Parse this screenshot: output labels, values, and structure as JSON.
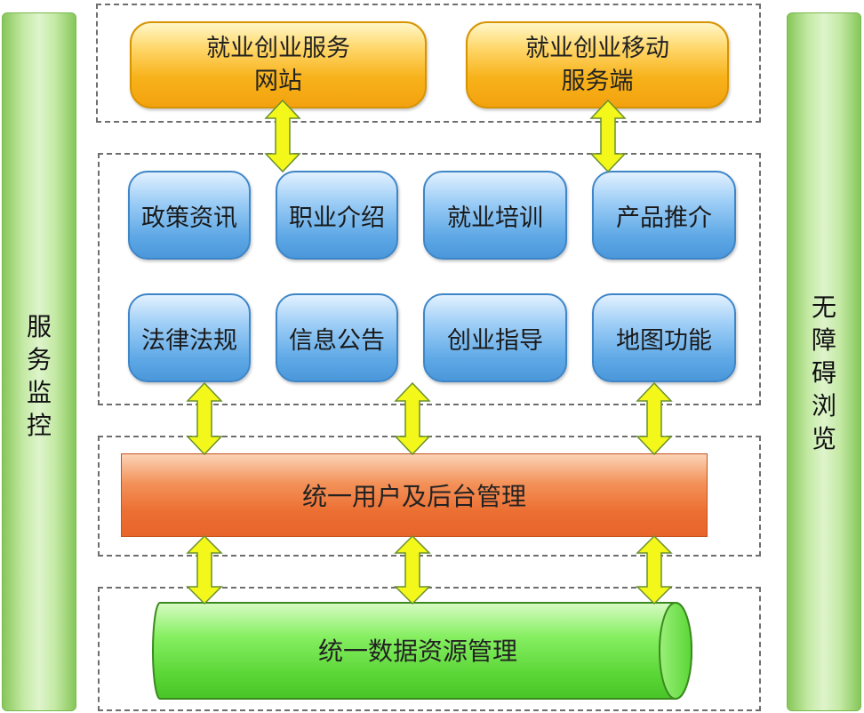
{
  "left_pillar": {
    "label": "服\n务\n监\n控"
  },
  "right_pillar": {
    "label": "无\n障\n碍\n浏\n览"
  },
  "top_channels": [
    {
      "label": "就业创业服务\n网站"
    },
    {
      "label": "就业创业移动\n服务端"
    }
  ],
  "modules_row1": [
    {
      "label": "政策资讯"
    },
    {
      "label": "职业介绍"
    },
    {
      "label": "就业培训"
    },
    {
      "label": "产品推介"
    }
  ],
  "modules_row2": [
    {
      "label": "法律法规"
    },
    {
      "label": "信息公告"
    },
    {
      "label": "创业指导"
    },
    {
      "label": "地图功能"
    }
  ],
  "management_bar": {
    "label": "统一用户及后台管理"
  },
  "data_layer": {
    "label": "统一数据资源管理"
  },
  "colors": {
    "pillar": "#9fd67a",
    "channel": "#f7b21a",
    "module": "#5ea8e6",
    "management": "#ec6f32",
    "data": "#6ee04a",
    "arrow_fill": "#f4f81a",
    "arrow_stroke": "#6a8f2e"
  }
}
